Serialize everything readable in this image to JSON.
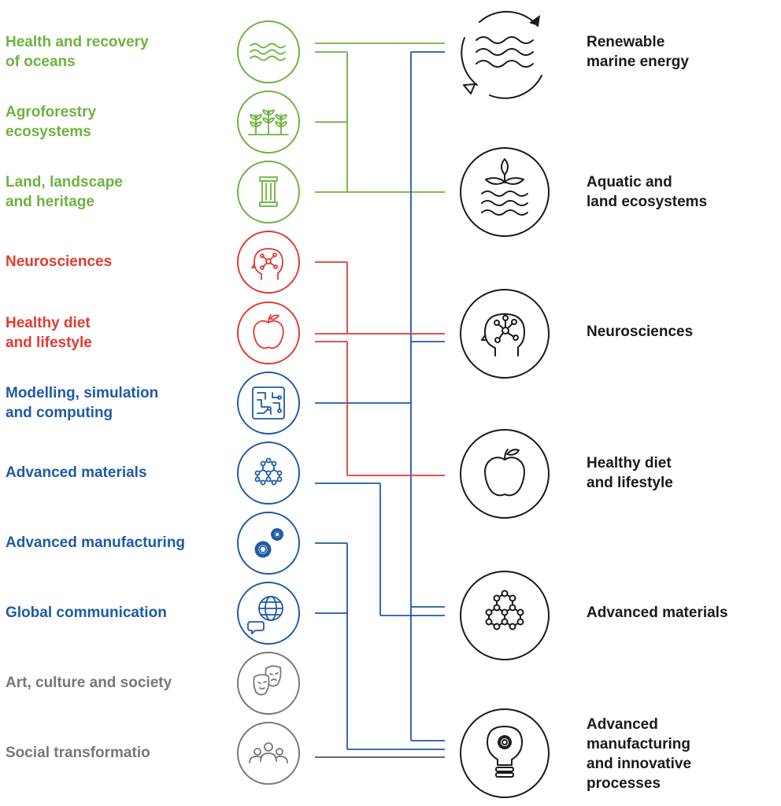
{
  "colors": {
    "green": "#6db33f",
    "red": "#e03c31",
    "blue": "#1f5aa6",
    "grey": "#777777",
    "black": "#1a1a1a"
  },
  "left_items": [
    {
      "label": "Health and recovery\nof oceans",
      "color": "green",
      "icon": "waves-icon"
    },
    {
      "label": "Agroforestry\necosystems",
      "color": "green",
      "icon": "plants-icon"
    },
    {
      "label": "Land, landscape\nand heritage",
      "color": "green",
      "icon": "column-icon"
    },
    {
      "label": "Neurosciences",
      "color": "red",
      "icon": "brain-head-icon"
    },
    {
      "label": "Healthy diet\nand lifestyle",
      "color": "red",
      "icon": "apple-icon"
    },
    {
      "label": "Modelling, simulation\nand computing",
      "color": "blue",
      "icon": "circuit-icon"
    },
    {
      "label": "Advanced materials",
      "color": "blue",
      "icon": "molecule-icon"
    },
    {
      "label": "Advanced manufacturing",
      "color": "blue",
      "icon": "gears-icon"
    },
    {
      "label": "Global communication",
      "color": "blue",
      "icon": "globe-chat-icon"
    },
    {
      "label": "Art, culture and society",
      "color": "grey",
      "icon": "theater-masks-icon"
    },
    {
      "label": "Social transformatio",
      "color": "grey",
      "icon": "people-group-icon"
    }
  ],
  "right_items": [
    {
      "label": "Renewable\nmarine energy",
      "icon": "wave-cycle-icon"
    },
    {
      "label": "Aquatic and\nland ecosystems",
      "icon": "sprout-waves-icon"
    },
    {
      "label": "Neurosciences",
      "icon": "brain-head-icon"
    },
    {
      "label": "Healthy diet\nand lifestyle",
      "icon": "apple-icon"
    },
    {
      "label": "Advanced materials",
      "icon": "molecule-icon"
    },
    {
      "label": "Advanced\nmanufacturing\nand innovative\nprocesses",
      "icon": "lightbulb-gear-icon"
    }
  ]
}
